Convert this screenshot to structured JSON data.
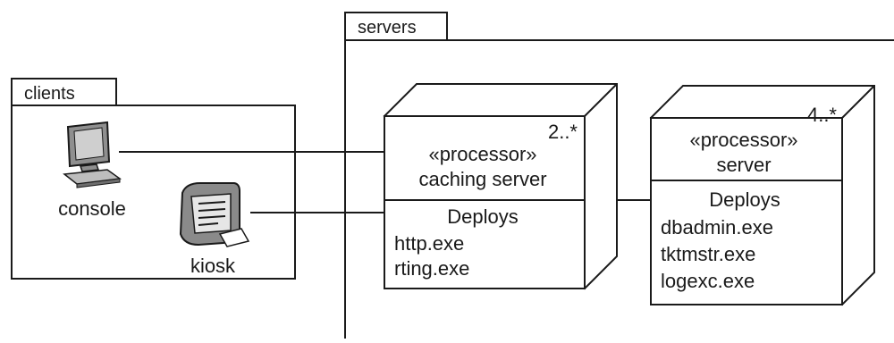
{
  "packages": {
    "clients": {
      "label": "clients"
    },
    "servers": {
      "label": "servers"
    }
  },
  "devices": {
    "console": {
      "label": "console",
      "icon": "computer-icon"
    },
    "kiosk": {
      "label": "kiosk",
      "icon": "kiosk-icon"
    }
  },
  "nodes": {
    "caching": {
      "multiplicity": "2..*",
      "stereotype": "«processor»",
      "name": "caching server",
      "section_title": "Deploys",
      "artifacts": [
        "http.exe",
        "rting.exe"
      ]
    },
    "server": {
      "multiplicity": "4..*",
      "stereotype": "«processor»",
      "name": "server",
      "section_title": "Deploys",
      "artifacts": [
        "dbadmin.exe",
        "tktmstr.exe",
        "logexc.exe"
      ]
    }
  },
  "colors": {
    "stroke": "#1a1a1a",
    "icon_fill": "#9a9a9a"
  }
}
